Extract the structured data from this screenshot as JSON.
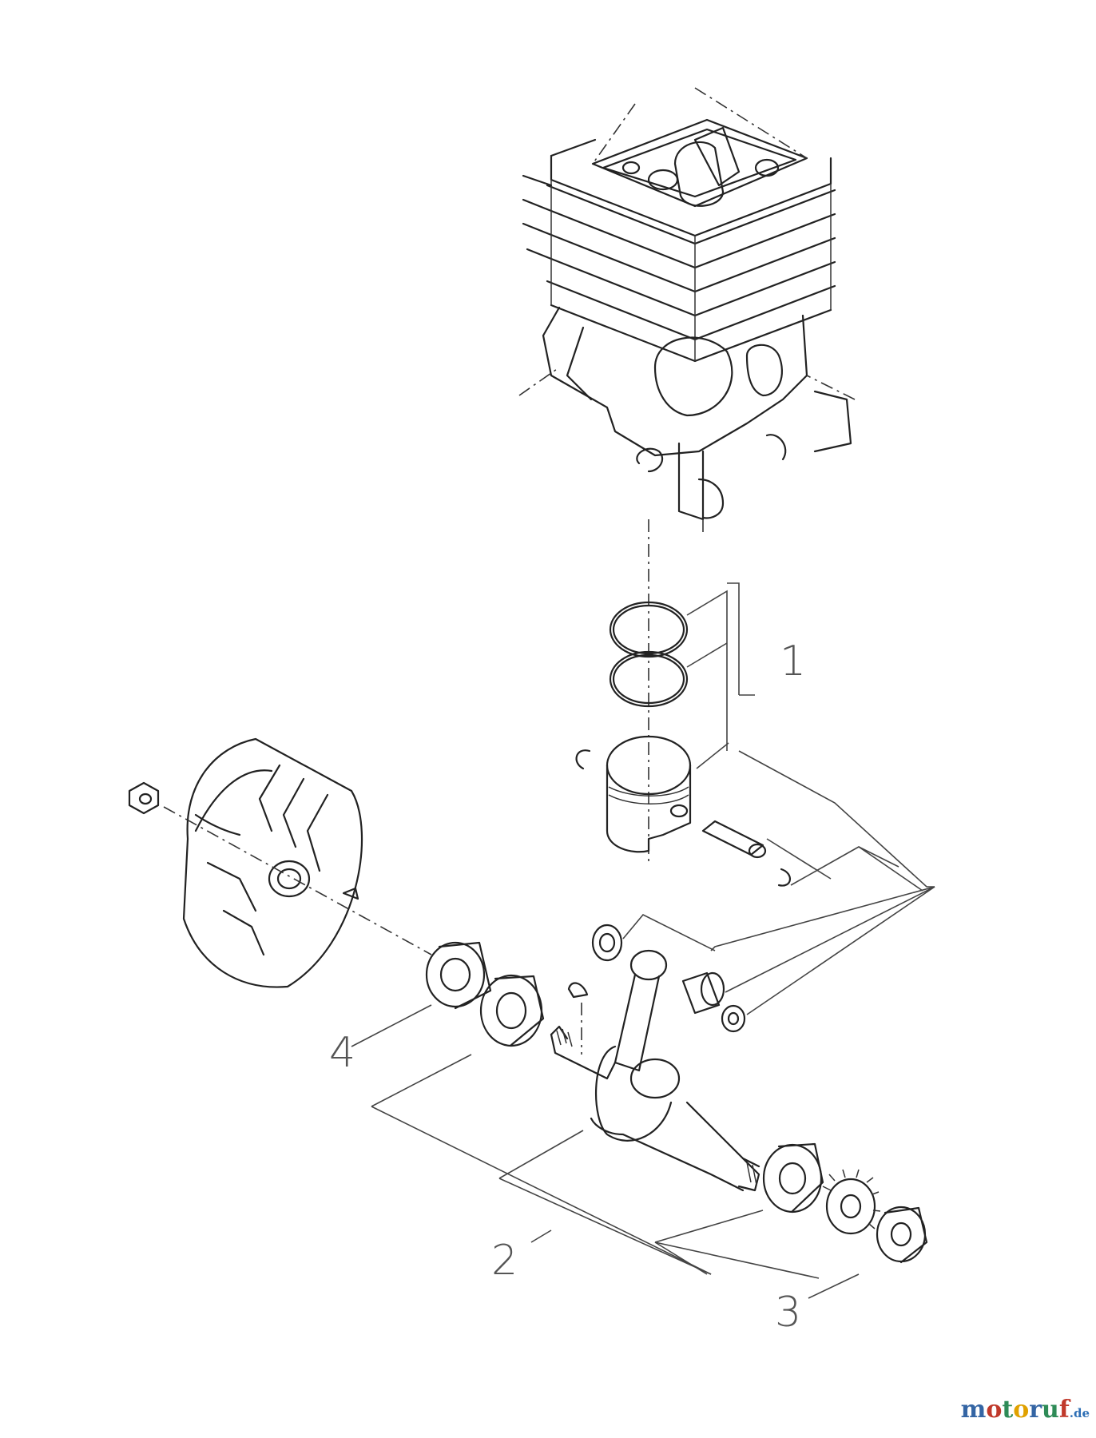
{
  "callouts": [
    {
      "id": "1",
      "label": "1"
    },
    {
      "id": "2",
      "label": "2"
    },
    {
      "id": "3",
      "label": "3"
    },
    {
      "id": "4",
      "label": "4"
    }
  ],
  "watermark": {
    "letters": [
      "m",
      "o",
      "t",
      "o",
      "r",
      "u",
      "f"
    ],
    "suffix": ".de",
    "colors": [
      "#3465a4",
      "#c0392b",
      "#2e8b57",
      "#e0a100",
      "#3465a4",
      "#2e8b57",
      "#c0392b"
    ]
  },
  "parts": [
    "cylinder",
    "piston-ring-upper",
    "piston-ring-lower",
    "piston",
    "piston-pin",
    "circlip-left",
    "circlip-right",
    "flywheel",
    "flywheel-nut",
    "crankshaft",
    "connecting-rod",
    "needle-bearing",
    "washer",
    "oil-seal-left",
    "ball-bearing-left",
    "ball-bearing-right",
    "pinion-gear",
    "oil-seal-right",
    "woodruff-key",
    "thrust-washer"
  ]
}
